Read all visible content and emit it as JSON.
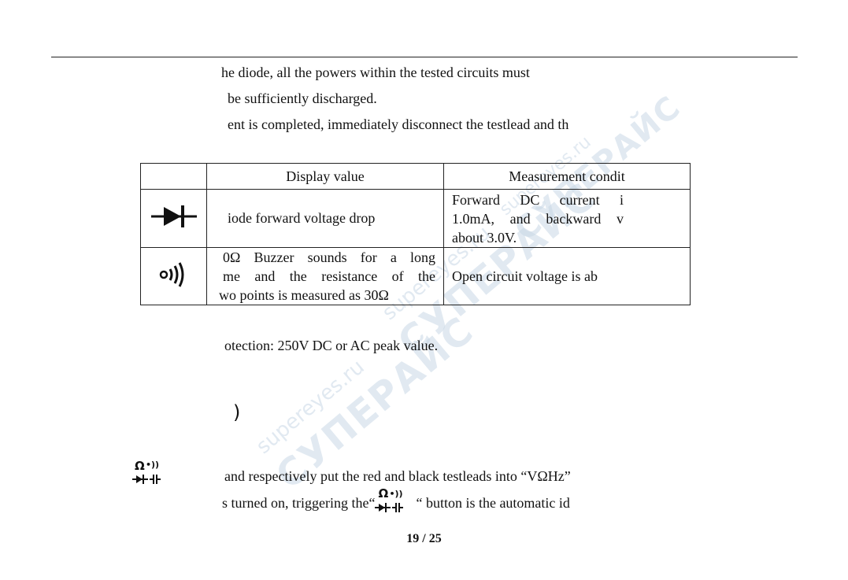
{
  "paragraphs": {
    "line1": "he  diode,  all  the  powers  within  the  tested  circuits  must",
    "line2": "be sufficiently discharged.",
    "line3": "ent is completed, immediately disconnect the testlead and th",
    "protection": "otection: 250V DC or AC peak value.",
    "paren": ")",
    "step1": "and respectively put the red and black testleads into “VΩHz”",
    "step2_pre": "s turned on, triggering the“",
    "step2_post": "“ button is the automatic id"
  },
  "table": {
    "headers": [
      "",
      "Display value",
      "Measurement condit"
    ],
    "rows": [
      {
        "icon": "diode-icon",
        "display": "iode forward voltage drop",
        "condition": [
          "Forward   DC   current   i",
          "1.0mA,  and  backward  v",
          "about 3.0V."
        ]
      },
      {
        "icon": "buzzer-icon",
        "display": [
          "0Ω  Buzzer  sounds  for  a  long",
          "me  and  the  resistance  of  the",
          "wo points is measured as 30Ω"
        ],
        "condition": "Open circuit voltage is ab"
      }
    ]
  },
  "icons": {
    "rotary_symbol_ohm": "Ω",
    "rotary_symbol_buzzer": "•))"
  },
  "watermark": {
    "site": "supereyes.ru",
    "brand": "СУПЕРАЙС"
  },
  "footer": {
    "page": "19 / 25"
  }
}
